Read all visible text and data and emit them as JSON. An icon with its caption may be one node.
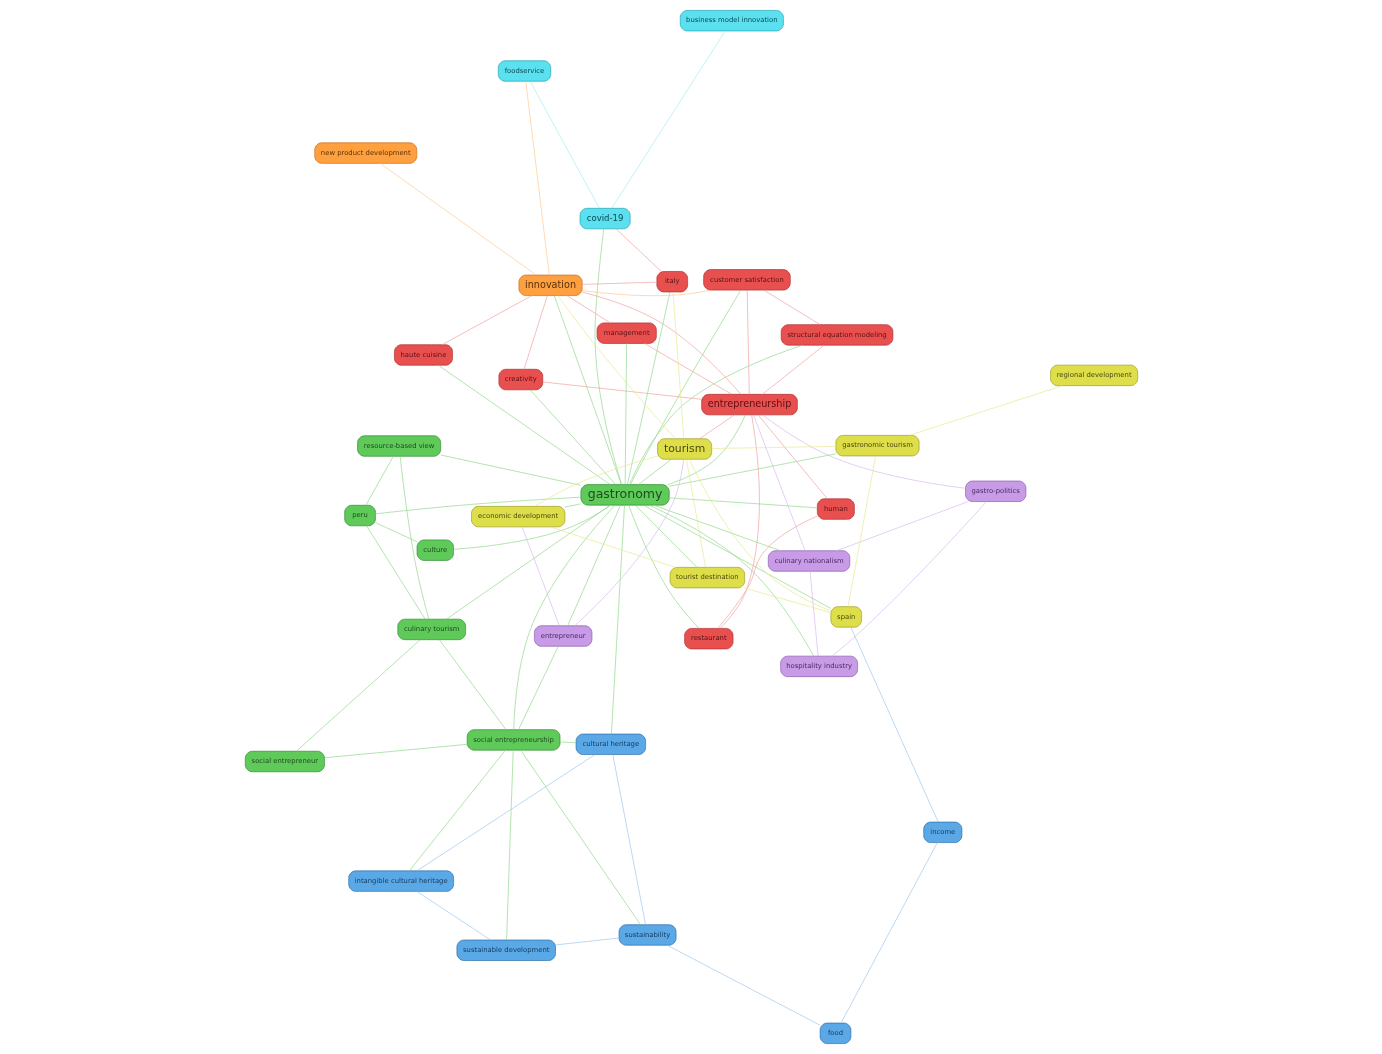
{
  "diagram": {
    "nodes": [
      {
        "text": [
          "gastro-politics"
        ]
      },
      {
        "text": [
          "resource-based view"
        ]
      },
      {
        "text": [
          "culinary nationalism"
        ]
      },
      {
        "text": [
          "peru"
        ]
      },
      {
        "text": [
          "culinary tourism"
        ]
      },
      {
        "text": [
          "social entrepreneur"
        ]
      },
      {
        "text": [
          "culture"
        ]
      },
      {
        "text": [
          "hospitality industry"
        ]
      },
      {
        "text": [
          "entrepreneurship"
        ]
      },
      {
        "text": [
          "social entrepreneurship"
        ]
      },
      {
        "text": [
          "structural equation modeling"
        ]
      },
      {
        "text": [
          "gastronomy"
        ]
      },
      {
        "text": [
          "human"
        ]
      },
      {
        "text": [
          "customer satisfaction"
        ]
      },
      {
        "text": [
          "entrepreneur"
        ]
      },
      {
        "text": [
          "management"
        ]
      },
      {
        "text": [
          "restaurant"
        ]
      },
      {
        "text": [
          "intangible cultural heritage"
        ]
      },
      {
        "text": [
          "creativity"
        ]
      },
      {
        "text": [
          "economic development"
        ]
      },
      {
        "text": [
          "haute cuisine"
        ]
      },
      {
        "text": [
          "sustainable development"
        ]
      },
      {
        "text": [
          "italy"
        ]
      },
      {
        "text": [
          "tourism"
        ]
      },
      {
        "text": [
          "innovation"
        ]
      },
      {
        "text": [
          "cultural heritage"
        ]
      },
      {
        "text": [
          "sustainability"
        ]
      },
      {
        "text": [
          "tourist destination"
        ]
      },
      {
        "text": [
          "new product development"
        ]
      },
      {
        "text": [
          "food"
        ]
      },
      {
        "text": [
          "foodservice"
        ]
      },
      {
        "text": [
          "income"
        ]
      },
      {
        "text": [
          "covid-19"
        ]
      },
      {
        "text": [
          "spain"
        ]
      },
      {
        "text": [
          "business model innovation"
        ]
      },
      {
        "text": [
          "gastronomic tourism"
        ]
      },
      {
        "text": [
          "regional development"
        ]
      }
    ],
    "edges": [
      {
        "from": 11,
        "to": 1,
        "arrow": "none",
        "color": "#8fd88a"
      },
      {
        "from": 11,
        "to": 3,
        "arrow": "none",
        "color": "#8fd88a"
      },
      {
        "from": 11,
        "to": 4,
        "arrow": "none",
        "color": "#8fd88a"
      },
      {
        "from": 11,
        "to": 6,
        "arrow": "none",
        "color": "#8fd88a"
      },
      {
        "from": 11,
        "to": 7,
        "arrow": "none",
        "color": "#8fd88a"
      },
      {
        "from": 11,
        "to": 8,
        "arrow": "none",
        "color": "#8fd88a"
      },
      {
        "from": 11,
        "to": 10,
        "arrow": "none",
        "color": "#8fd88a"
      },
      {
        "from": 11,
        "to": 12,
        "arrow": "none",
        "color": "#8fd88a"
      },
      {
        "from": 11,
        "to": 13,
        "arrow": "none",
        "color": "#8fd88a"
      },
      {
        "from": 11,
        "to": 15,
        "arrow": "none",
        "color": "#8fd88a"
      },
      {
        "from": 11,
        "to": 16,
        "arrow": "none",
        "color": "#8fd88a"
      },
      {
        "from": 11,
        "to": 18,
        "arrow": "none",
        "color": "#8fd88a"
      },
      {
        "from": 11,
        "to": 20,
        "arrow": "none",
        "color": "#8fd88a"
      },
      {
        "from": 11,
        "to": 22,
        "arrow": "none",
        "color": "#8fd88a"
      },
      {
        "from": 11,
        "to": 23,
        "arrow": "none",
        "color": "#8fd88a"
      },
      {
        "from": 11,
        "to": 24,
        "arrow": "none",
        "color": "#8fd88a"
      },
      {
        "from": 11,
        "to": 14,
        "arrow": "none",
        "color": "#8fd88a"
      },
      {
        "from": 11,
        "to": 19,
        "arrow": "none",
        "color": "#8fd88a"
      },
      {
        "from": 11,
        "to": 27,
        "arrow": "none",
        "color": "#8fd88a"
      },
      {
        "from": 11,
        "to": 33,
        "arrow": "none",
        "color": "#8fd88a"
      },
      {
        "from": 11,
        "to": 35,
        "arrow": "none",
        "color": "#8fd88a"
      },
      {
        "from": 11,
        "to": 9,
        "arrow": "none",
        "color": "#8fd88a"
      },
      {
        "from": 11,
        "to": 2,
        "arrow": "none",
        "color": "#8fd88a"
      },
      {
        "from": 11,
        "to": 32,
        "arrow": "none",
        "color": "#8fd88a"
      },
      {
        "from": 11,
        "to": 25,
        "arrow": "none",
        "color": "#8fd88a"
      },
      {
        "from": 5,
        "to": 9,
        "arrow": "none",
        "color": "#8fd88a"
      },
      {
        "from": 5,
        "to": 4,
        "arrow": "none",
        "color": "#8fd88a"
      },
      {
        "from": 9,
        "to": 4,
        "arrow": "none",
        "color": "#8fd88a"
      },
      {
        "from": 9,
        "to": 14,
        "arrow": "none",
        "color": "#8fd88a"
      },
      {
        "from": 9,
        "to": 17,
        "arrow": "none",
        "color": "#8fd88a"
      },
      {
        "from": 9,
        "to": 21,
        "arrow": "none",
        "color": "#8fd88a"
      },
      {
        "from": 9,
        "to": 25,
        "arrow": "none",
        "color": "#8fd88a"
      },
      {
        "from": 9,
        "to": 26,
        "arrow": "none",
        "color": "#8fd88a"
      },
      {
        "from": 4,
        "to": 3,
        "arrow": "none",
        "color": "#8fd88a"
      },
      {
        "from": 4,
        "to": 1,
        "arrow": "none",
        "color": "#8fd88a"
      },
      {
        "from": 1,
        "to": 3,
        "arrow": "none",
        "color": "#8fd88a"
      },
      {
        "from": 3,
        "to": 6,
        "arrow": "none",
        "color": "#8fd88a"
      },
      {
        "from": 0,
        "to": 2,
        "arrow": "none",
        "color": "#d8b8ee"
      },
      {
        "from": 0,
        "to": 7,
        "arrow": "none",
        "color": "#d8b8ee"
      },
      {
        "from": 2,
        "to": 7,
        "arrow": "none",
        "color": "#d8b8ee"
      },
      {
        "from": 2,
        "to": 8,
        "arrow": "none",
        "color": "#d8b8ee"
      },
      {
        "from": 0,
        "to": 8,
        "arrow": "none",
        "color": "#d8b8ee"
      },
      {
        "from": 8,
        "to": 10,
        "arrow": "none",
        "color": "#f0a0a0"
      },
      {
        "from": 8,
        "to": 12,
        "arrow": "none",
        "color": "#f0a0a0"
      },
      {
        "from": 8,
        "to": 13,
        "arrow": "none",
        "color": "#f0a0a0"
      },
      {
        "from": 8,
        "to": 15,
        "arrow": "none",
        "color": "#f0a0a0"
      },
      {
        "from": 8,
        "to": 16,
        "arrow": "none",
        "color": "#f0a0a0"
      },
      {
        "from": 8,
        "to": 18,
        "arrow": "none",
        "color": "#f0a0a0"
      },
      {
        "from": 8,
        "to": 24,
        "arrow": "none",
        "color": "#f0a0a0"
      },
      {
        "from": 8,
        "to": 23,
        "arrow": "none",
        "color": "#f0a0a0"
      },
      {
        "from": 10,
        "to": 13,
        "arrow": "none",
        "color": "#f0a0a0"
      },
      {
        "from": 12,
        "to": 16,
        "arrow": "none",
        "color": "#f0a0a0"
      },
      {
        "from": 15,
        "to": 24,
        "arrow": "none",
        "color": "#f0a0a0"
      },
      {
        "from": 18,
        "to": 24,
        "arrow": "none",
        "color": "#f0a0a0"
      },
      {
        "from": 20,
        "to": 24,
        "arrow": "none",
        "color": "#f0a0a0"
      },
      {
        "from": 22,
        "to": 24,
        "arrow": "none",
        "color": "#f0a0a0"
      },
      {
        "from": 22,
        "to": 32,
        "arrow": "none",
        "color": "#f0a0a0"
      },
      {
        "from": 23,
        "to": 27,
        "arrow": "none",
        "color": "#e8e890"
      },
      {
        "from": 23,
        "to": 19,
        "arrow": "none",
        "color": "#e8e890"
      },
      {
        "from": 23,
        "to": 33,
        "arrow": "none",
        "color": "#e8e890"
      },
      {
        "from": 23,
        "to": 35,
        "arrow": "none",
        "color": "#e8e890"
      },
      {
        "from": 23,
        "to": 24,
        "arrow": "none",
        "color": "#e8e890"
      },
      {
        "from": 23,
        "to": 22,
        "arrow": "none",
        "color": "#e8e890"
      },
      {
        "from": 24,
        "to": 28,
        "arrow": "none",
        "color": "#ffc890"
      },
      {
        "from": 24,
        "to": 30,
        "arrow": "none",
        "color": "#ffc890"
      },
      {
        "from": 24,
        "to": 13,
        "arrow": "none",
        "color": "#ffc890"
      },
      {
        "from": 30,
        "to": 32,
        "arrow": "none",
        "color": "#a0eef5"
      },
      {
        "from": 32,
        "to": 34,
        "arrow": "none",
        "color": "#a0eef5"
      },
      {
        "from": 17,
        "to": 25,
        "arrow": "none",
        "color": "#9cc8ee"
      },
      {
        "from": 17,
        "to": 21,
        "arrow": "none",
        "color": "#9cc8ee"
      },
      {
        "from": 21,
        "to": 26,
        "arrow": "none",
        "color": "#9cc8ee"
      },
      {
        "from": 25,
        "to": 26,
        "arrow": "none",
        "color": "#9cc8ee"
      },
      {
        "from": 26,
        "to": 29,
        "arrow": "none",
        "color": "#9cc8ee"
      },
      {
        "from": 29,
        "to": 31,
        "arrow": "none",
        "color": "#9cc8ee"
      },
      {
        "from": 31,
        "to": 33,
        "arrow": "none",
        "color": "#9cc8ee"
      },
      {
        "from": 27,
        "to": 33,
        "arrow": "none",
        "color": "#e8e890"
      },
      {
        "from": 35,
        "to": 36,
        "arrow": "none",
        "color": "#e8e890"
      },
      {
        "from": 33,
        "to": 35,
        "arrow": "none",
        "color": "#e8e890"
      },
      {
        "from": 19,
        "to": 27,
        "arrow": "none",
        "color": "#e8e890"
      },
      {
        "from": 14,
        "to": 19,
        "arrow": "none",
        "color": "#d8b8ee"
      },
      {
        "from": 14,
        "to": 23,
        "arrow": "none",
        "color": "#d8b8ee"
      }
    ]
  }
}
